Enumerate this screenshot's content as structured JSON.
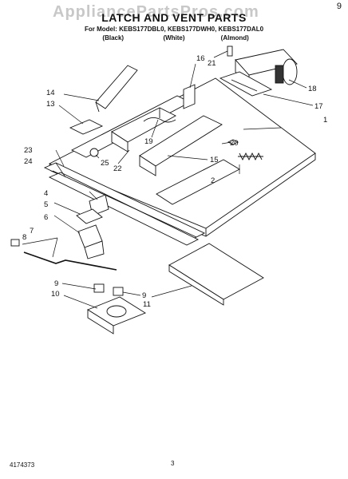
{
  "watermark": "AppliancePartsPros.com",
  "corner_mark": "9",
  "header": {
    "title": "LATCH AND VENT PARTS",
    "model_line": "For Model: KEBS177DBL0, KEBS177DWH0, KEBS177DAL0",
    "colors": [
      "(Black)",
      "(White)",
      "(Almond)"
    ]
  },
  "callouts": [
    "1",
    "2",
    "4",
    "5",
    "6",
    "7",
    "8",
    "9",
    "9",
    "10",
    "11",
    "13",
    "14",
    "15",
    "16",
    "17",
    "18",
    "19",
    "20",
    "21",
    "22",
    "23",
    "24",
    "25"
  ],
  "footer": {
    "part_number": "4174373",
    "page": "3"
  }
}
